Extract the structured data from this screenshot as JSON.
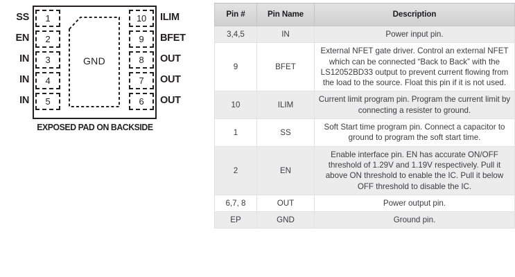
{
  "figure": {
    "title": "package-pinout",
    "caption": "EXPOSED PAD ON BACKSIDE",
    "center_pad_label": "GND",
    "left_pins": [
      {
        "number": "1",
        "signal": "SS"
      },
      {
        "number": "2",
        "signal": "EN"
      },
      {
        "number": "3",
        "signal": "IN"
      },
      {
        "number": "4",
        "signal": "IN"
      },
      {
        "number": "5",
        "signal": "IN"
      }
    ],
    "right_pins": [
      {
        "number": "10",
        "signal": "ILIM"
      },
      {
        "number": "9",
        "signal": "BFET"
      },
      {
        "number": "8",
        "signal": "OUT"
      },
      {
        "number": "7",
        "signal": "OUT"
      },
      {
        "number": "6",
        "signal": "OUT"
      }
    ]
  },
  "table": {
    "headers": {
      "pin": "Pin #",
      "name": "Pin Name",
      "description": "Description"
    },
    "rows": [
      {
        "pin": "3,4,5",
        "name": "IN",
        "description": "Power input pin."
      },
      {
        "pin": "9",
        "name": "BFET",
        "description": "External NFET gate driver. Control an external NFET which can be connected “Back to Back” with the LS12052BD33 output to prevent current flowing from the load to the source. Float this pin if it is not used."
      },
      {
        "pin": "10",
        "name": "ILIM",
        "description": "Current limit program pin. Program the current limit by connecting a resister to ground."
      },
      {
        "pin": "1",
        "name": "SS",
        "description": "Soft Start time program pin. Connect a capacitor to ground to program the soft start time."
      },
      {
        "pin": "2",
        "name": "EN",
        "description": "Enable interface pin. EN has accurate ON/OFF threshold of 1.29V and 1.19V respectively. Pull it above ON threshold to enable the IC. Pull it below OFF threshold to disable the IC."
      },
      {
        "pin": "6,7, 8",
        "name": "OUT",
        "description": "Power output pin."
      },
      {
        "pin": "EP",
        "name": "GND",
        "description": "Ground pin."
      }
    ]
  },
  "colors": {
    "ink": "#231f20",
    "table_text": "#3b3b42",
    "header_top": "#e2e2e2",
    "header_bottom": "#cfcfd0",
    "row_shade": "#ececed",
    "row_plain": "#ffffff",
    "grid_line": "#e2e2e4"
  }
}
